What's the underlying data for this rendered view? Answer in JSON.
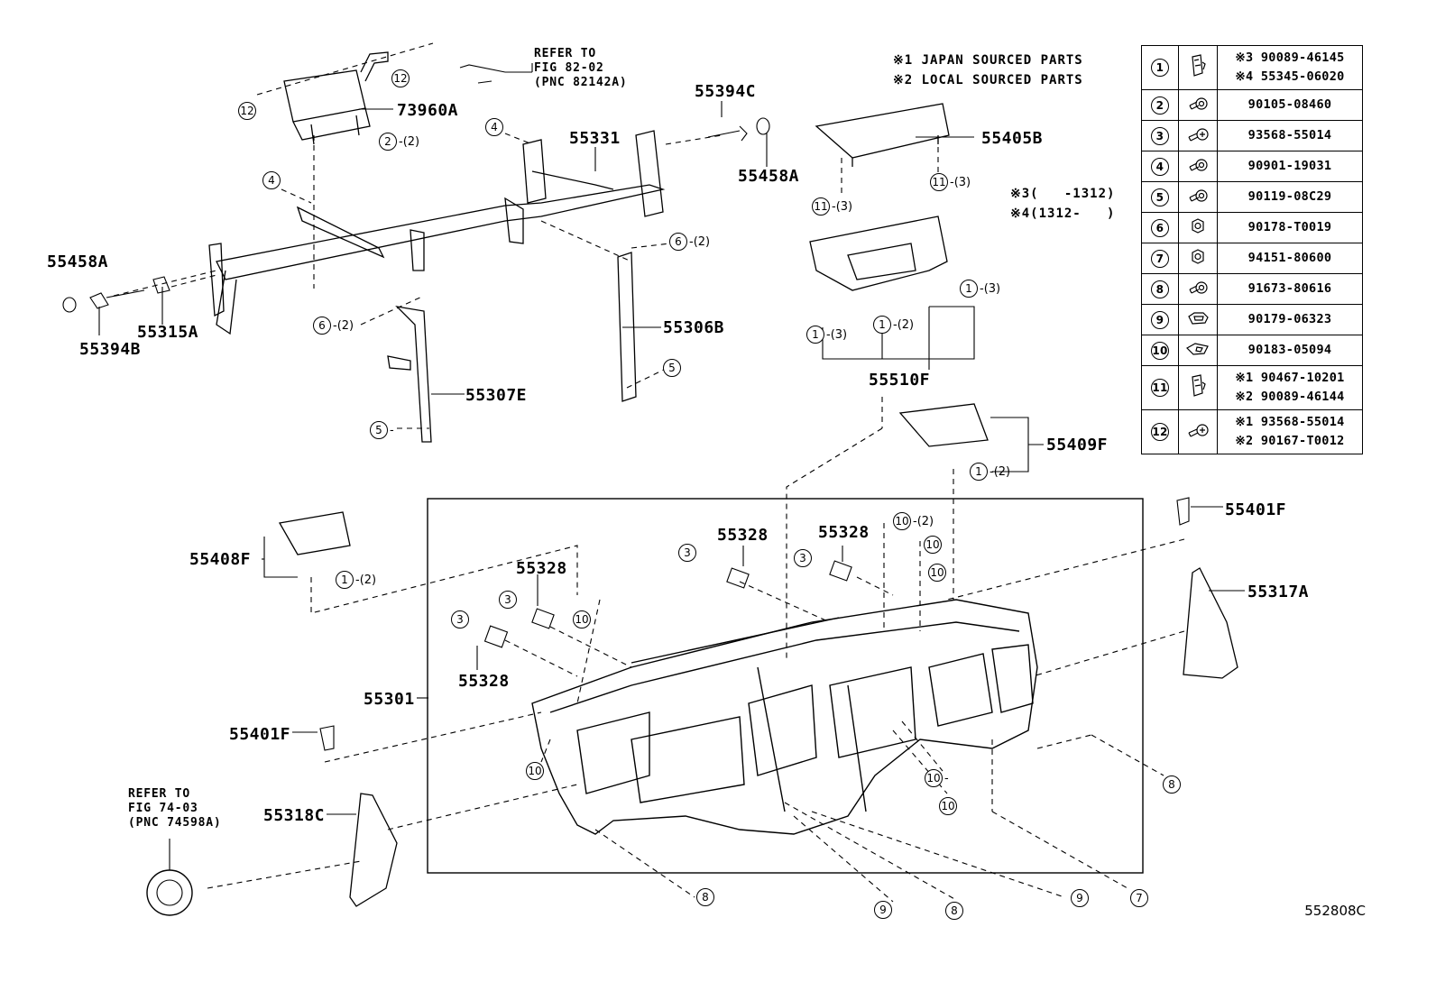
{
  "notes": {
    "line1": "※1 JAPAN SOURCED PARTS",
    "line2": "※2 LOCAL SOURCED PARTS",
    "line3": "※3(   -1312)",
    "line4": "※4(1312-   )"
  },
  "refers": {
    "top": "REFER TO\nFIG 82-02\n(PNC 82142A)",
    "bottom": "REFER TO\nFIG 74-03\n(PNC 74598A)"
  },
  "parts": {
    "p73960A": "73960A",
    "p55394C": "55394C",
    "p55331": "55331",
    "p55458A_r": "55458A",
    "p55405B": "55405B",
    "p55458A_l": "55458A",
    "p55394B": "55394B",
    "p55315A": "55315A",
    "p55306B": "55306B",
    "p55307E": "55307E",
    "p55510F": "55510F",
    "p55409F": "55409F",
    "p55401F_r": "55401F",
    "p55408F": "55408F",
    "p55328_a": "55328",
    "p55328_b": "55328",
    "p55328_c": "55328",
    "p55328_d": "55328",
    "p55317A": "55317A",
    "p55301": "55301",
    "p55401F_l": "55401F",
    "p55318C": "55318C"
  },
  "callouts": {
    "c12a": {
      "num": "12",
      "qty": ""
    },
    "c12b": {
      "num": "12",
      "qty": ""
    },
    "c2": {
      "num": "2",
      "qty": "-(2)"
    },
    "c4a": {
      "num": "4",
      "qty": ""
    },
    "c4b": {
      "num": "4",
      "qty": ""
    },
    "c6a": {
      "num": "6",
      "qty": "-(2)"
    },
    "c6b": {
      "num": "6",
      "qty": "-(2)"
    },
    "c5a": {
      "num": "5",
      "qty": ""
    },
    "c5b": {
      "num": "5",
      "qty": "-"
    },
    "c11a": {
      "num": "11",
      "qty": "-(3)"
    },
    "c11b": {
      "num": "11",
      "qty": "-(3)"
    },
    "c1a": {
      "num": "1",
      "qty": "-(3)"
    },
    "c1b": {
      "num": "1",
      "qty": "-(2)"
    },
    "c1c": {
      "num": "1",
      "qty": "-(3)"
    },
    "c1d": {
      "num": "1",
      "qty": "-(2)"
    },
    "c1e": {
      "num": "1",
      "qty": "-(2)"
    },
    "c3a": {
      "num": "3",
      "qty": ""
    },
    "c3b": {
      "num": "3",
      "qty": ""
    },
    "c3c": {
      "num": "3",
      "qty": ""
    },
    "c3d": {
      "num": "3",
      "qty": ""
    },
    "c10a": {
      "num": "10",
      "qty": "-(2)"
    },
    "c10b": {
      "num": "10",
      "qty": ""
    },
    "c10c": {
      "num": "10",
      "qty": ""
    },
    "c10d": {
      "num": "10",
      "qty": ""
    },
    "c10e": {
      "num": "10",
      "qty": ""
    },
    "c10f": {
      "num": "10",
      "qty": "-"
    },
    "c10g": {
      "num": "10",
      "qty": ""
    },
    "c8a": {
      "num": "8",
      "qty": ""
    },
    "c8b": {
      "num": "8",
      "qty": ""
    },
    "c8c": {
      "num": "8",
      "qty": ""
    },
    "c9a": {
      "num": "9",
      "qty": ""
    },
    "c9b": {
      "num": "9",
      "qty": ""
    },
    "c7": {
      "num": "7",
      "qty": ""
    }
  },
  "legend": [
    {
      "num": "1",
      "icon": "clip-icon",
      "lines": [
        "※3 90089-46145",
        "※4 55345-06020"
      ]
    },
    {
      "num": "2",
      "icon": "bolt-icon",
      "lines": [
        "90105-08460"
      ]
    },
    {
      "num": "3",
      "icon": "screw-icon",
      "lines": [
        "93568-55014"
      ]
    },
    {
      "num": "4",
      "icon": "bolt-icon",
      "lines": [
        "90901-19031"
      ]
    },
    {
      "num": "5",
      "icon": "bolt-icon",
      "lines": [
        "90119-08C29"
      ]
    },
    {
      "num": "6",
      "icon": "nut-icon",
      "lines": [
        "90178-T0019"
      ]
    },
    {
      "num": "7",
      "icon": "nut-icon",
      "lines": [
        "94151-80600"
      ]
    },
    {
      "num": "8",
      "icon": "bolt-icon",
      "lines": [
        "91673-80616"
      ]
    },
    {
      "num": "9",
      "icon": "cage-nut-icon",
      "lines": [
        "90179-06323"
      ]
    },
    {
      "num": "10",
      "icon": "clip-nut-icon",
      "lines": [
        "90183-05094"
      ]
    },
    {
      "num": "11",
      "icon": "clip-icon",
      "lines": [
        "※1 90467-10201",
        "※2 90089-46144"
      ]
    },
    {
      "num": "12",
      "icon": "screw-icon",
      "lines": [
        "※1 93568-55014",
        "※2 90167-T0012"
      ]
    }
  ],
  "figure_id": "552808C"
}
